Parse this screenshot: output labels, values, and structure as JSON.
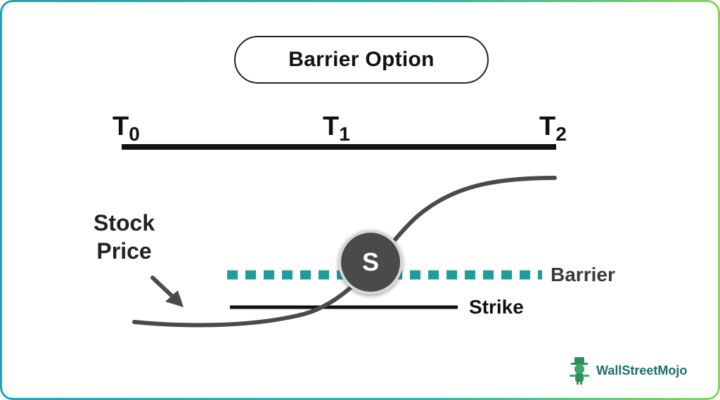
{
  "title": "Barrier Option",
  "timeline": {
    "labels": [
      {
        "main": "T",
        "sub": "0"
      },
      {
        "main": "T",
        "sub": "1"
      },
      {
        "main": "T",
        "sub": "2"
      }
    ]
  },
  "stock_price_label": {
    "line1": "Stock",
    "line2": "Price"
  },
  "barrier_label": "Barrier",
  "strike_label": "Strike",
  "marker_letter": "S",
  "brand": "WallStreetMojo",
  "colors": {
    "barrier": "#1f9c9c",
    "curve": "#4a4a4a",
    "line": "#111111",
    "barrier_text": "#3a3a3a",
    "strike_text": "#111111"
  }
}
